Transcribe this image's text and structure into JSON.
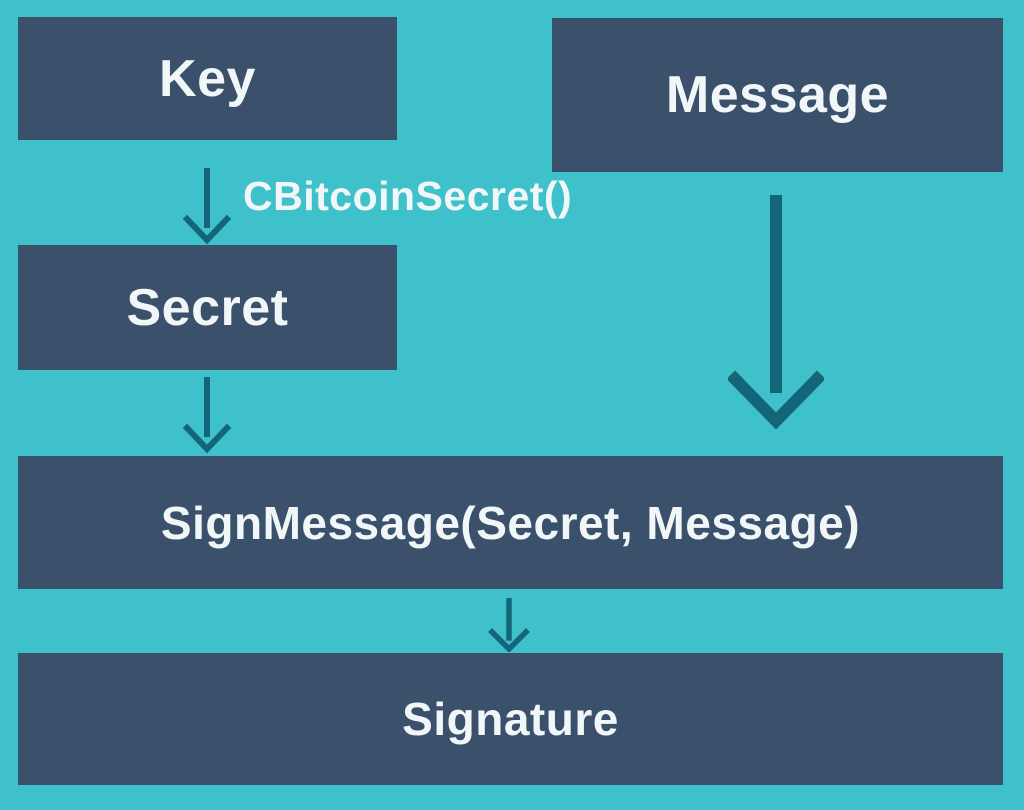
{
  "diagram": {
    "nodes": {
      "key": {
        "label": "Key"
      },
      "message": {
        "label": "Message"
      },
      "secret": {
        "label": "Secret"
      },
      "sign_message": {
        "label": "SignMessage(Secret, Message)"
      },
      "signature": {
        "label": "Signature"
      }
    },
    "edges": {
      "key_to_secret": {
        "label": "CBitcoinSecret()",
        "from": "key",
        "to": "secret"
      },
      "secret_to_sign": {
        "label": "",
        "from": "secret",
        "to": "sign_message"
      },
      "message_to_sign": {
        "label": "",
        "from": "message",
        "to": "sign_message"
      },
      "sign_to_signature": {
        "label": "",
        "from": "sign_message",
        "to": "signature"
      }
    }
  },
  "colors": {
    "background": "#3fc1cb",
    "node_fill": "#3a506b",
    "arrow": "#146577",
    "text": "#f1f6f8"
  }
}
